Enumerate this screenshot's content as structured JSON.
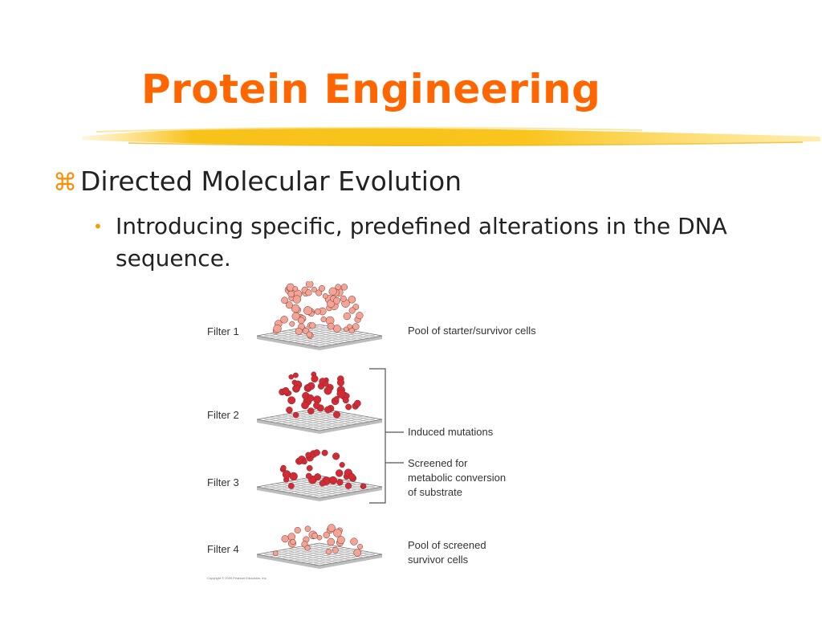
{
  "slide": {
    "title": "Protein Engineering",
    "accent_color": "#ff6600",
    "bullet_icon": "command-icon",
    "bullet_level1": "Directed Molecular Evolution",
    "bullet_level2": "Introducing specific, predefined alterations in the DNA sequence."
  },
  "diagram": {
    "filters": [
      {
        "label": "Filter 1",
        "cell_color": "#f3a595"
      },
      {
        "label": "Filter 2",
        "cell_color": "#d42a35"
      },
      {
        "label": "Filter 3",
        "cell_color": "#d42a35"
      },
      {
        "label": "Filter 4",
        "cell_color": "#f3a595"
      }
    ],
    "annotations": {
      "pool_start": "Pool of starter/survivor cells",
      "induced": "Induced mutations",
      "screened_line1": "Screened for",
      "screened_line2": "metabolic conversion",
      "screened_line3": "of substrate",
      "pool_screened_line1": "Pool of screened",
      "pool_screened_line2": "survivor cells"
    },
    "copyright": "Copyright © 2009 Pearson Education, Inc."
  }
}
